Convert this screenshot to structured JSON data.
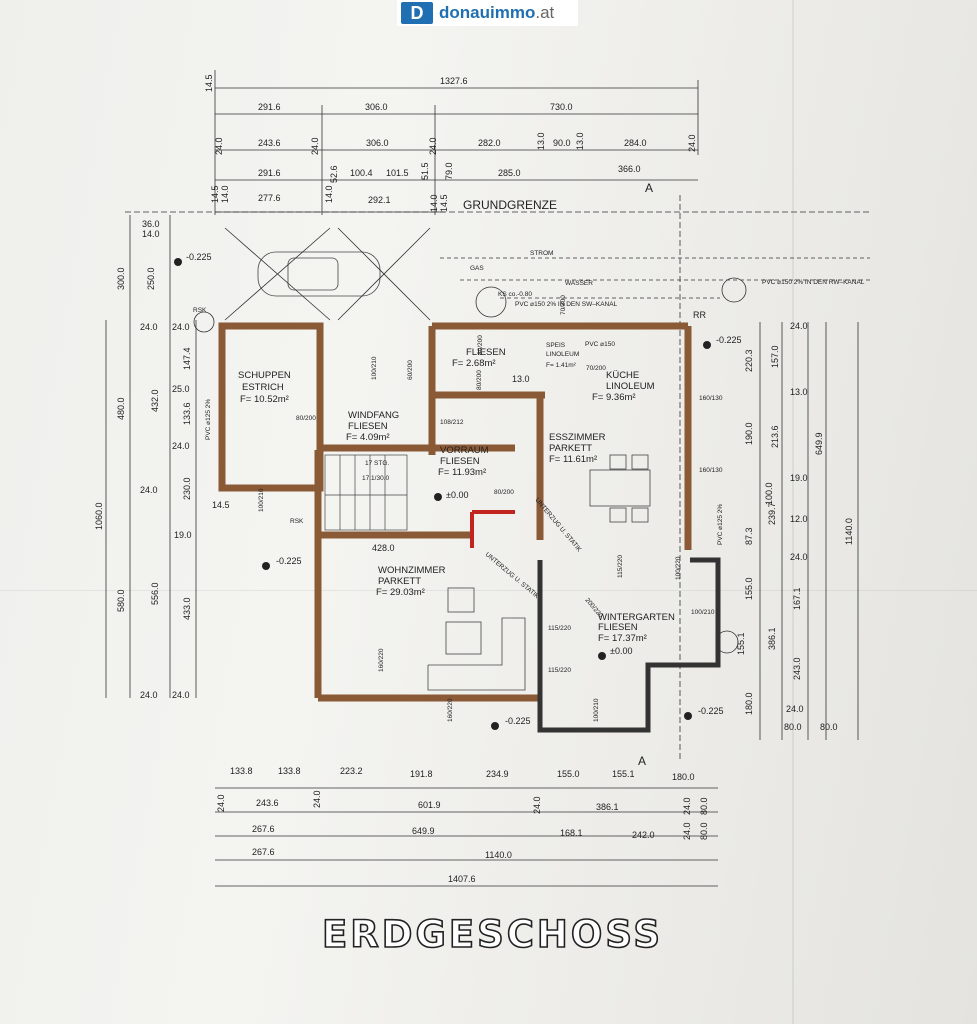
{
  "logo": {
    "mark": "D",
    "brand": "donauimmo",
    "tld": ".at"
  },
  "title": "ERDGESCHOSS",
  "plot": {
    "boundary": "GRUNDGRENZE",
    "section_mark": "A"
  },
  "utilities": {
    "strom": "STROM",
    "gas": "GAS",
    "wasser": "WASSER",
    "kanal_label": "PVC ⌀150 2% IN DEN RW–KANAL",
    "sw_kanal": "PVC ⌀150 2% IN DEN SW–KANAL",
    "ks": "KS co.-0.80",
    "rr": "RR",
    "rsk": "RSK",
    "pvc125": "PVC ⌀125 2%",
    "pvc150": "PVC ⌀150"
  },
  "levels": {
    "outer_a": "-0.225",
    "outer_b": "-0.225",
    "outer_c": "-0.225",
    "outer_d": "-0.225",
    "outer_e": "-0.225",
    "inner_a": "±0.00",
    "inner_b": "±0.00"
  },
  "rooms": [
    {
      "name": "SCHUPPEN",
      "finish": "ESTRICH",
      "area": "F= 10.52m²"
    },
    {
      "name": "WINDFANG",
      "finish": "FLIESEN",
      "area": "F=  4.09m²"
    },
    {
      "name": "FLIESEN",
      "finish": "",
      "area": "F= 2.68m²"
    },
    {
      "name": "SPEIS",
      "finish": "LINOLEUM",
      "area": "F= 1.41m²"
    },
    {
      "name": "KÜCHE",
      "finish": "LINOLEUM",
      "area": "F=  9.36m²"
    },
    {
      "name": "VORRAUM",
      "finish": "FLIESEN",
      "area": "F= 11.93m²"
    },
    {
      "name": "ESSZIMMER",
      "finish": "PARKETT",
      "area": "F= 11.61m²"
    },
    {
      "name": "WOHNZIMMER",
      "finish": "PARKETT",
      "area": "F= 29.03m²"
    },
    {
      "name": "WINTERGARTEN",
      "finish": "FLIESEN",
      "area": "F= 17.37m²"
    }
  ],
  "stairs": {
    "steps": "17 STG.",
    "rise": "17.1/30.0"
  },
  "beams": {
    "b1": "UNTERZUG U. STATIK",
    "b2": "UNTERZUG U. STATIK"
  },
  "openings": [
    "80/200",
    "100/210",
    "108/212",
    "80/200",
    "80/200",
    "70/200",
    "70/200",
    "60/200",
    "160/130",
    "160/130",
    "80/200",
    "115/220",
    "200/220",
    "115/220",
    "115/220",
    "100/210",
    "160/220",
    "160/220",
    "100/210",
    "100/220",
    "100/210"
  ],
  "dims_top": {
    "r1": [
      "14.5",
      "1327.6"
    ],
    "r2": [
      "291.6",
      "306.0",
      "730.0"
    ],
    "r3": [
      "24.0",
      "243.6",
      "24.0",
      "306.0",
      "24.0",
      "282.0",
      "13.0",
      "90.0",
      "13.0",
      "284.0",
      "24.0"
    ],
    "r4": [
      "291.6",
      "52.6",
      "100.4",
      "101.5",
      "51.5",
      "79.0",
      "285.0",
      "366.0"
    ],
    "r5": [
      "14.5",
      "14.0",
      "277.6",
      "14.0",
      "292.1",
      "14.0",
      "14.5"
    ]
  },
  "dims_left": {
    "c1": [
      "36.0",
      "14.0",
      "300.0",
      "1060.0"
    ],
    "c2": [
      "250.0",
      "24.0",
      "480.0",
      "24.0",
      "580.0",
      "24.0"
    ],
    "c3": [
      "24.0",
      "147.4",
      "25.0",
      "133.6",
      "24.0",
      "230.0",
      "19.0",
      "433.0",
      "24.0"
    ],
    "c4": [
      "432.0",
      "556.0"
    ],
    "misc": [
      "14.5",
      "428.0",
      "13.0"
    ]
  },
  "dims_right": {
    "c1": [
      "24.0",
      "220.3",
      "190.0",
      "239.7",
      "87.3",
      "155.0",
      "386.1",
      "180.0",
      "24.0",
      "80.0"
    ],
    "c2": [
      "157.0",
      "13.0",
      "213.6",
      "19.0",
      "100.0",
      "12.0",
      "24.0",
      "167.1",
      "243.0",
      "80.0"
    ],
    "c3": [
      "649.9",
      "1140.0"
    ],
    "c4": [
      "155.1"
    ]
  },
  "dims_bottom": {
    "r1": [
      "133.8",
      "133.8",
      "223.2",
      "191.8",
      "234.9",
      "155.0",
      "155.1",
      "180.0"
    ],
    "r2": [
      "24.0",
      "243.6",
      "24.0",
      "601.9",
      "24.0",
      "386.1",
      "24.0",
      "80.0"
    ],
    "r3": [
      "267.6",
      "649.9",
      "168.1",
      "242.0",
      "24.0",
      "80.0"
    ],
    "r4": [
      "267.6",
      "1140.0"
    ],
    "r5": [
      "1407.6"
    ]
  }
}
